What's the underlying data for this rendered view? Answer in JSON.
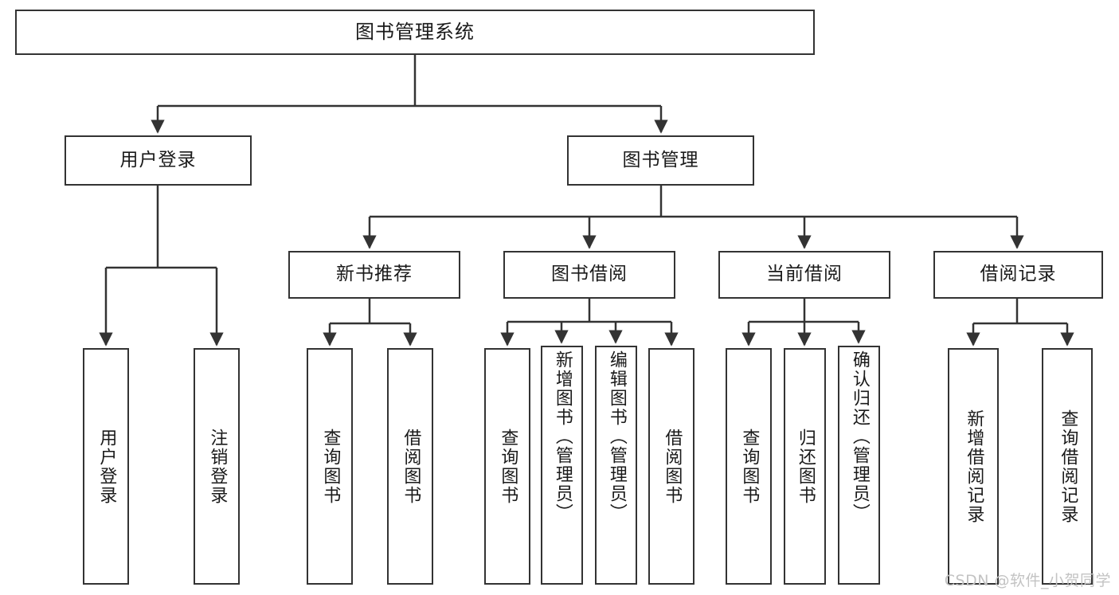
{
  "diagram": {
    "type": "tree",
    "title": "图书管理系统",
    "root": {
      "label": "图书管理系统"
    },
    "level1": [
      {
        "label": "用户登录"
      },
      {
        "label": "图书管理"
      }
    ],
    "level2": [
      {
        "label": "新书推荐"
      },
      {
        "label": "图书借阅"
      },
      {
        "label": "当前借阅"
      },
      {
        "label": "借阅记录"
      }
    ],
    "leaves": {
      "user_login": [
        {
          "label": "用户登录"
        },
        {
          "label": "注销登录"
        }
      ],
      "new_book": [
        {
          "label": "查询图书"
        },
        {
          "label": "借阅图书"
        }
      ],
      "book_borrow": [
        {
          "label": "查询图书"
        },
        {
          "label": "新增图书（管理员）"
        },
        {
          "label": "编辑图书（管理员）"
        },
        {
          "label": "借阅图书"
        }
      ],
      "current_borrow": [
        {
          "label": "查询图书"
        },
        {
          "label": "归还图书"
        },
        {
          "label": "确认归还（管理员）"
        }
      ],
      "borrow_record": [
        {
          "label": "新增借阅记录"
        },
        {
          "label": "查询借阅记录"
        }
      ]
    }
  },
  "watermark": {
    "text": "CSDN @软件_小贺同学"
  },
  "colors": {
    "border": "#333333",
    "text": "#1a1a1a",
    "background": "#ffffff",
    "watermark": "#c3c3c3"
  }
}
